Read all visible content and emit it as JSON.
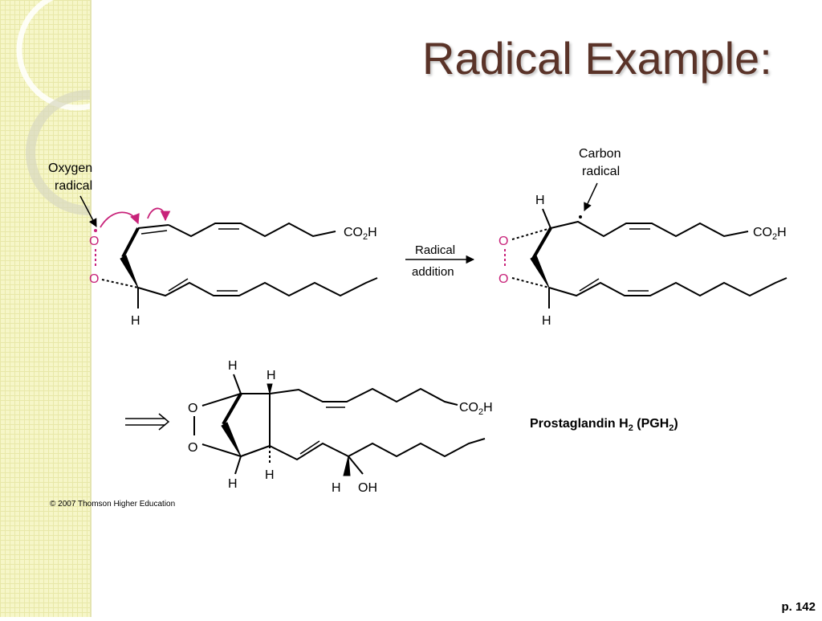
{
  "title": "Radical Example:",
  "page_number": "p. 142",
  "credit": "© 2007 Thomson Higher Education",
  "labels": {
    "oxygen_radical_line1": "Oxygen",
    "oxygen_radical_line2": "radical",
    "carbon_radical_line1": "Carbon",
    "carbon_radical_line2": "radical",
    "arrow_label_line1": "Radical",
    "arrow_label_line2": "addition",
    "product_name": "Prostaglandin H",
    "product_sub": "2",
    "product_abbr_open": " (PGH",
    "product_abbr_sub": "2",
    "product_abbr_close": ")"
  },
  "atoms": {
    "o": "O",
    "h": "H",
    "oh": "OH",
    "co2h_co": "CO",
    "co2h_2": "2",
    "co2h_h": "H"
  },
  "colors": {
    "title": "#5a3328",
    "sidebar": "#f6f6c8",
    "radical_highlight": "#c8237a",
    "bond": "#000000",
    "double_bond_inner": "#555555"
  }
}
